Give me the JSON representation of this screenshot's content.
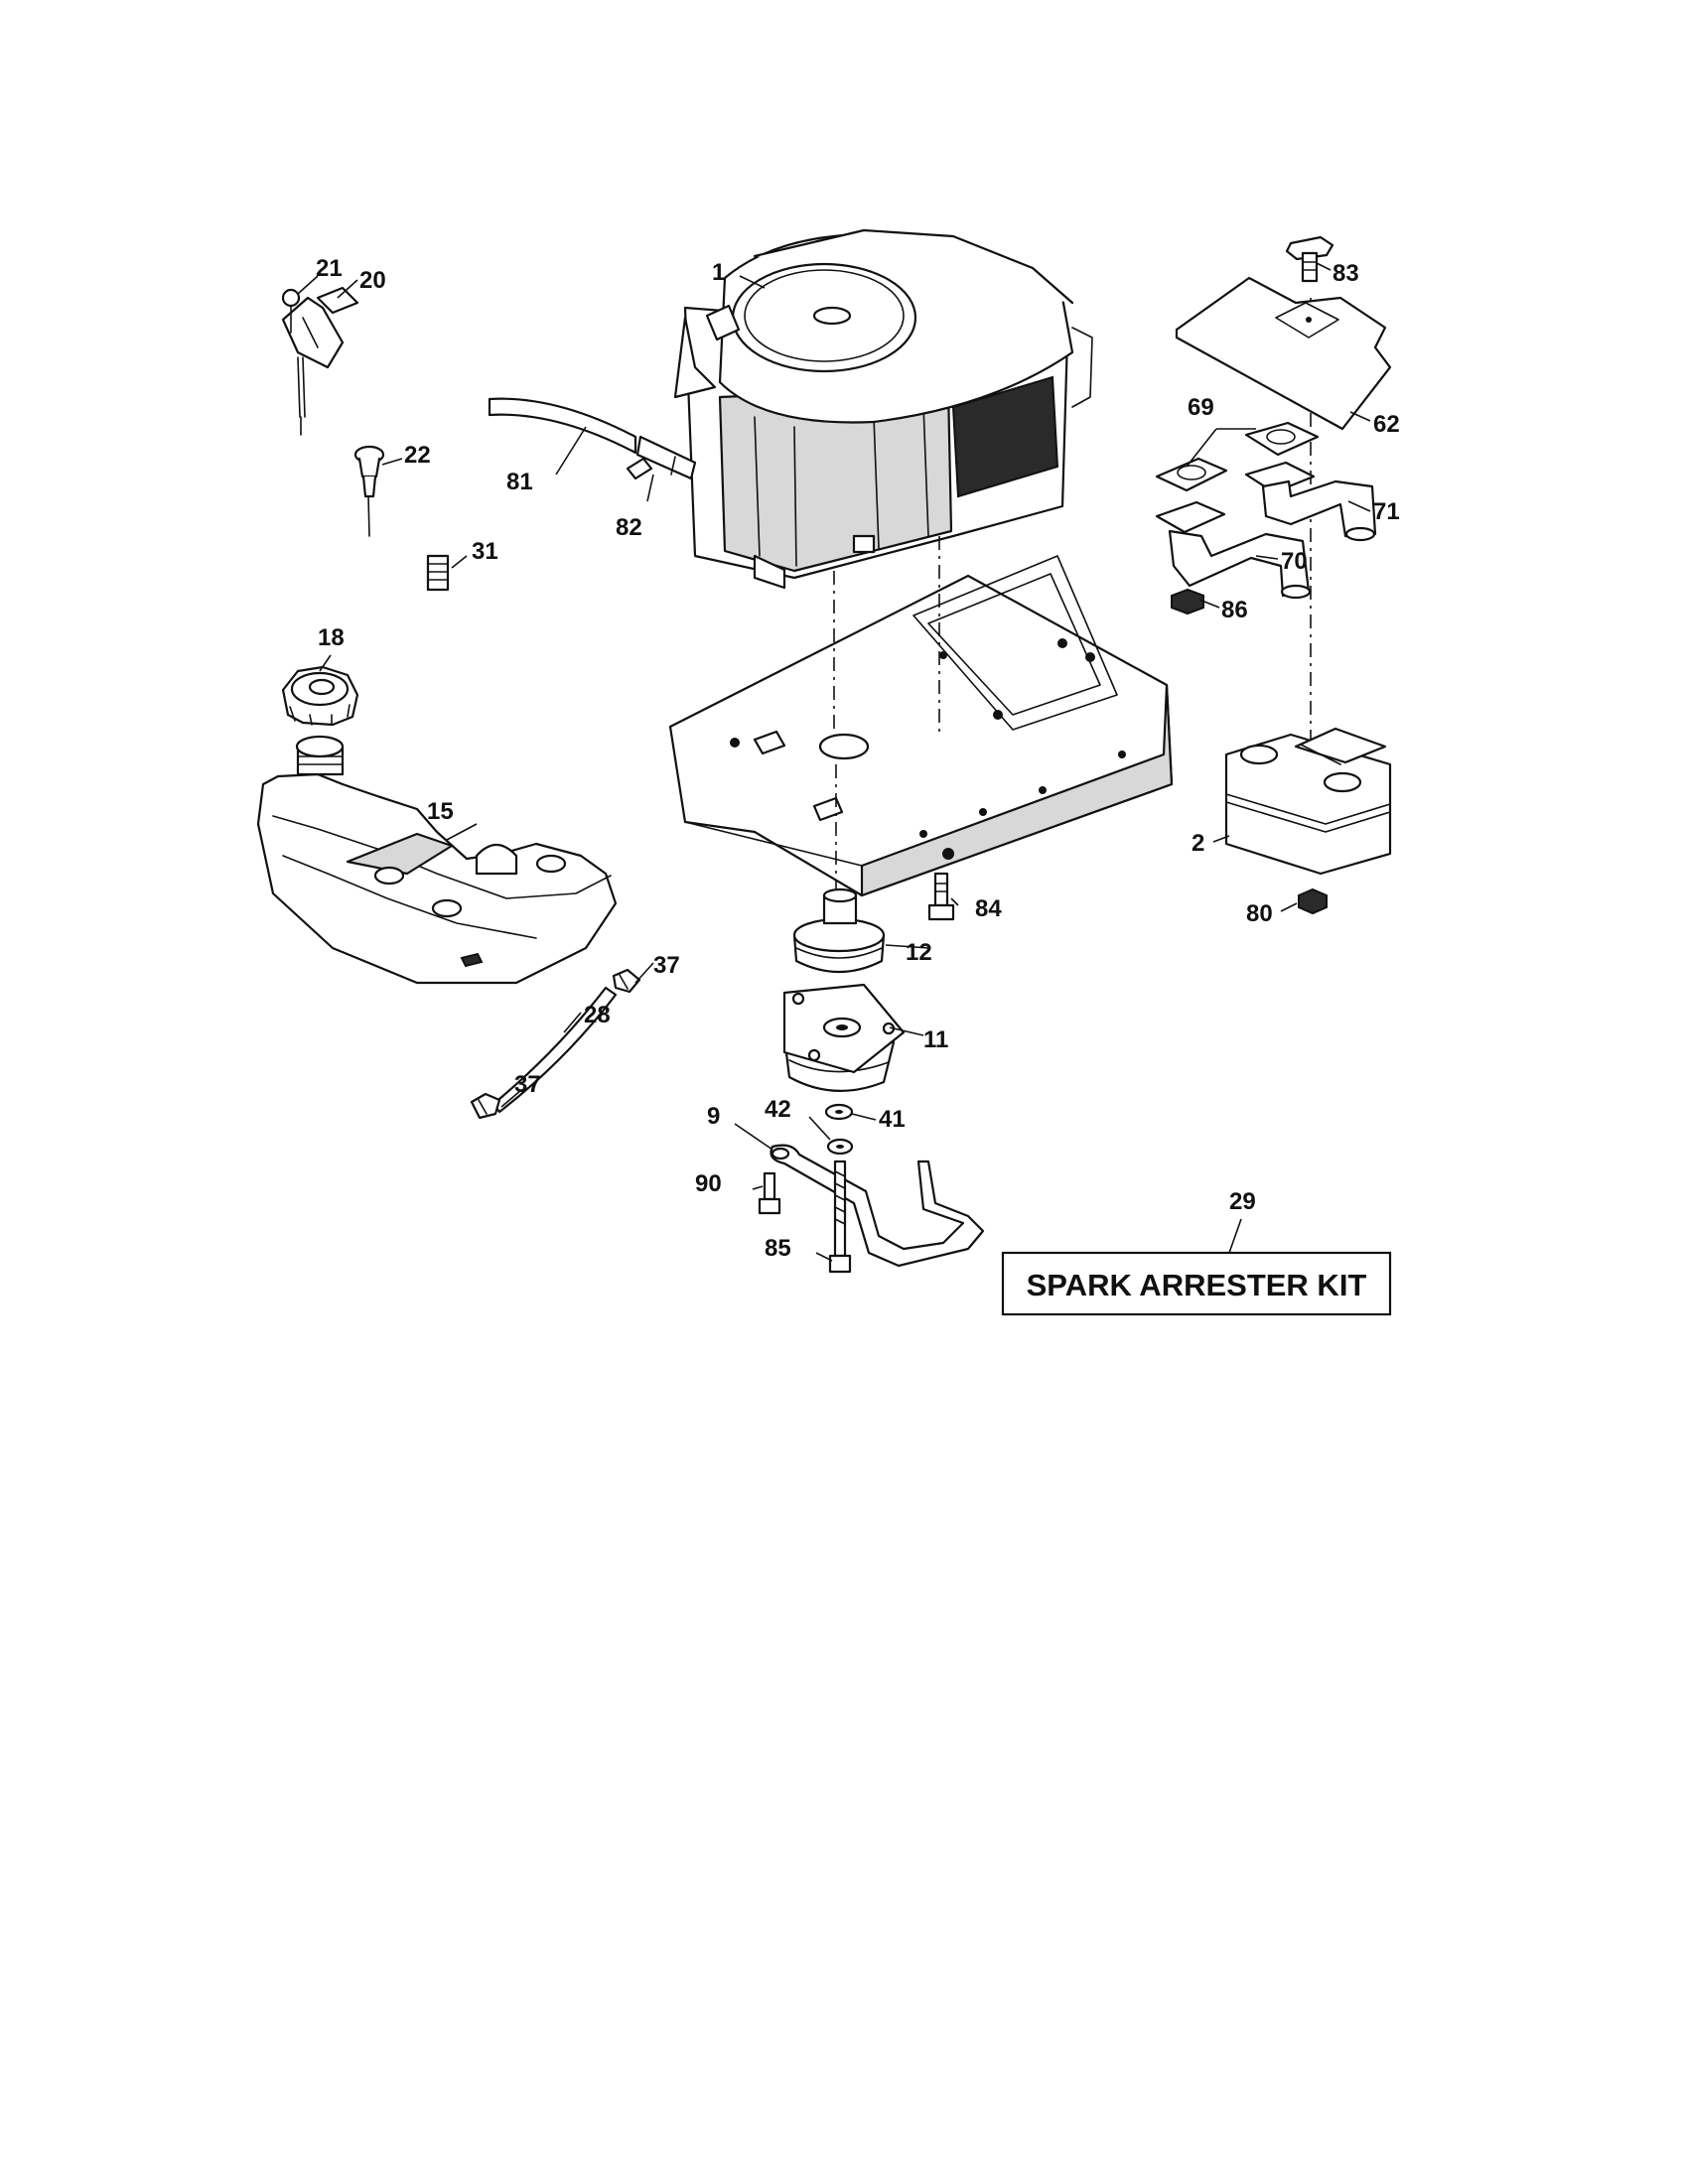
{
  "diagram": {
    "callouts": {
      "engine": "1",
      "muffler": "2",
      "ground_drive_bracket": "9",
      "electric_clutch": "11",
      "engine_pulley": "12",
      "fuel_tank": "15",
      "fuel_cap": "18",
      "dipstick": "20",
      "dipstick_screw": "21",
      "tank_cap_vent": "22",
      "fuel_line": "28",
      "spark_arrester_kit": "29",
      "spring_nut": "31",
      "hose_clamp": "37",
      "washer_41": "41",
      "washer_42": "42",
      "heat_shield": "62",
      "gasket": "69",
      "exhaust_pipe_left": "70",
      "exhaust_pipe_right": "71",
      "muffler_nut": "80",
      "oil_drain_hose": "81",
      "oil_drain_valve": "82",
      "shield_bolt": "83",
      "engine_bolt": "84",
      "clutch_bolt": "85",
      "pipe_nut": "86",
      "bracket_bolt": "90"
    },
    "kit_label": "SPARK ARRESTER KIT"
  }
}
